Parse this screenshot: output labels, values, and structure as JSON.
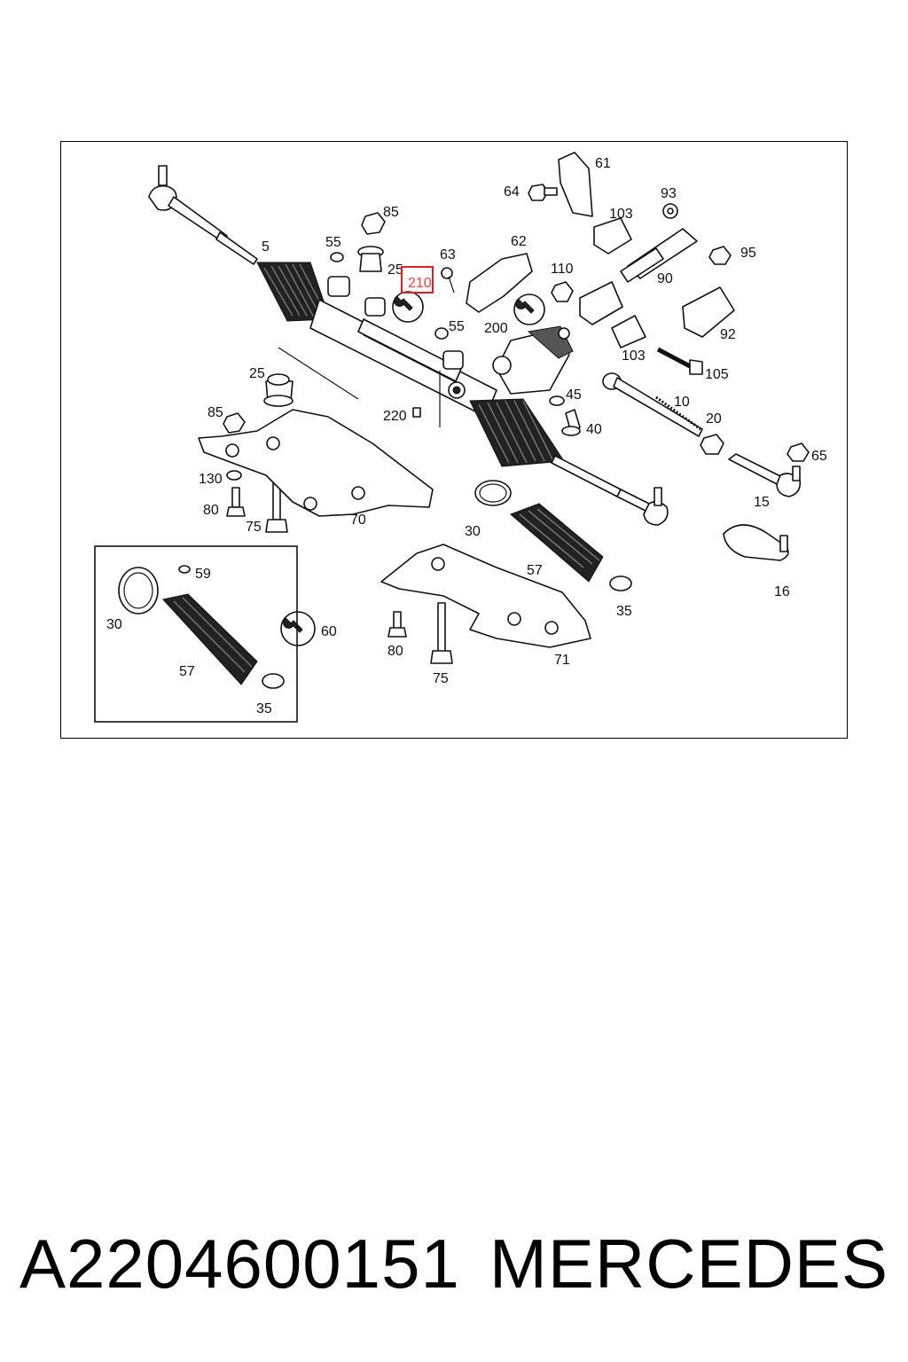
{
  "callouts": {
    "c61": "61",
    "c64": "64",
    "c103a": "103",
    "c93": "93",
    "c85a": "85",
    "c55a": "55",
    "c63": "63",
    "c62": "62",
    "c110": "110",
    "c95": "95",
    "c5": "5",
    "c25a": "25",
    "c210": "210",
    "c90": "90",
    "c55b": "55",
    "c200": "200",
    "c92": "92",
    "c103b": "103",
    "c105": "105",
    "c25b": "25",
    "c45": "45",
    "c10": "10",
    "c85b": "85",
    "c220": "220",
    "c20": "20",
    "c40": "40",
    "c65": "65",
    "c130": "130",
    "c15": "15",
    "c80a": "80",
    "c75a": "75",
    "c70": "70",
    "c30a": "30",
    "c59": "59",
    "c57a": "57",
    "c16": "16",
    "c30b": "30",
    "c60": "60",
    "c35a": "35",
    "c57b": "57",
    "c80b": "80",
    "c71": "71",
    "c75b": "75",
    "c35b": "35"
  },
  "highlight": {
    "label": "210",
    "color": "#e02020"
  },
  "caption": {
    "part_number": "A2204600151",
    "brand": "MERCEDES"
  }
}
